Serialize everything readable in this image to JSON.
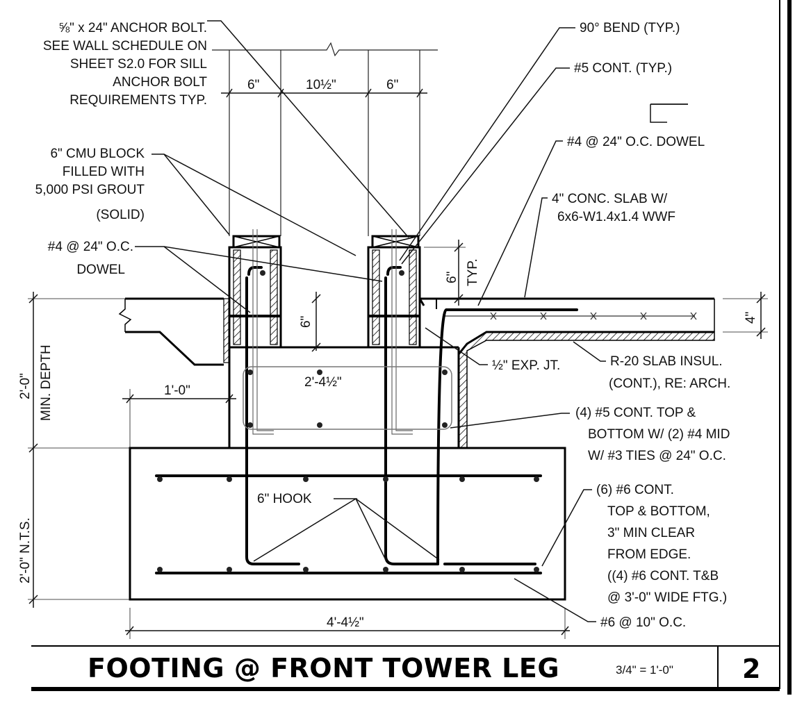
{
  "notes": {
    "anchor_bolt": [
      "⅝\" x 24\" ANCHOR BOLT.",
      "SEE WALL SCHEDULE ON",
      "SHEET S2.0 FOR SILL",
      "ANCHOR BOLT",
      "REQUIREMENTS TYP."
    ],
    "cmu_block": [
      "6\" CMU BLOCK",
      "FILLED WITH",
      "5,000 PSI GROUT",
      "(SOLID)"
    ],
    "dowel_left": [
      "#4 @ 24\" O.C.",
      "DOWEL"
    ],
    "bend": "90° BEND (TYP.)",
    "cont_5": "#5 CONT. (TYP.)",
    "dowel_right": "#4 @ 24\" O.C. DOWEL",
    "slab": [
      "4\" CONC. SLAB W/",
      "6x6-W1.4x1.4 WWF"
    ],
    "exp_jt": "½\" EXP. JT.",
    "insul": [
      "R-20 SLAB INSUL.",
      "(CONT.), RE: ARCH."
    ],
    "stem_bars": [
      "(4) #5 CONT. TOP &",
      "BOTTOM W/ (2) #4 MID",
      "W/ #3 TIES @ 24\" O.C."
    ],
    "hook": "6\" HOOK",
    "footing_bars": [
      "(6) #6 CONT.",
      "TOP & BOTTOM,",
      "3\" MIN CLEAR",
      "FROM EDGE.",
      "((4) #6 CONT. T&B",
      "@ 3'-0\" WIDE FTG.)"
    ],
    "bars_oc": "#6 @ 10\" O.C."
  },
  "dimensions": {
    "cmu_left": "6\"",
    "gap": "10½\"",
    "cmu_right": "6\"",
    "typ_height": "6\"",
    "typ_label": "TYP.",
    "course_height": "6\"",
    "stem_width": "2'-4½\"",
    "offset": "1'-0\"",
    "min_depth_value": "2'-0\"",
    "min_depth_label": "MIN. DEPTH",
    "footing_depth": "2'-0\" N.T.S.",
    "footing_width": "4'-4½\"",
    "slab_thickness": "4\""
  },
  "title_block": {
    "title": "FOOTING @ FRONT TOWER LEG",
    "scale": "3/4\" = 1'-0\"",
    "detail_number": "2"
  }
}
